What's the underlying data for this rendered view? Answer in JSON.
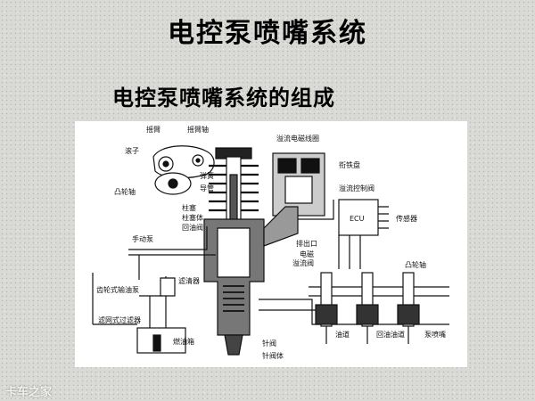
{
  "slide": {
    "title": "电控泵喷嘴系统",
    "subtitle": "电控泵喷嘴系统的组成",
    "watermark": "卡车之家"
  },
  "diagram": {
    "labels": {
      "rocker_arm": "摇臂",
      "rocker_shaft": "摇臂轴",
      "roller": "滚子",
      "spring": "弹簧",
      "guide_tube": "导管",
      "camshaft_left": "凸轮轴",
      "plunger": "柱塞",
      "plunger_body": "柱塞体",
      "return_valve": "回油阀",
      "hand_pump": "手动泵",
      "filter": "滤清器",
      "gear_feed_pump": "齿轮式输油泵",
      "mesh_filter": "滤网式过滤器",
      "fuel_tank": "燃油箱",
      "solenoid_coil": "溢流电磁线圈",
      "armature_disc": "衔铁盘",
      "overflow_control_valve": "溢流控制阀",
      "ecu": "ECU",
      "sensor": "传感器",
      "discharge_port": "排出口",
      "solenoid_overflow_valve_1": "电磁",
      "solenoid_overflow_valve_2": "溢流阀",
      "camshaft_right": "凸轮轴",
      "oil_passage": "油道",
      "return_passage": "回油油道",
      "pump_nozzle": "泵喷嘴",
      "needle_valve": "针阀",
      "needle_valve_body": "针阀体"
    }
  }
}
